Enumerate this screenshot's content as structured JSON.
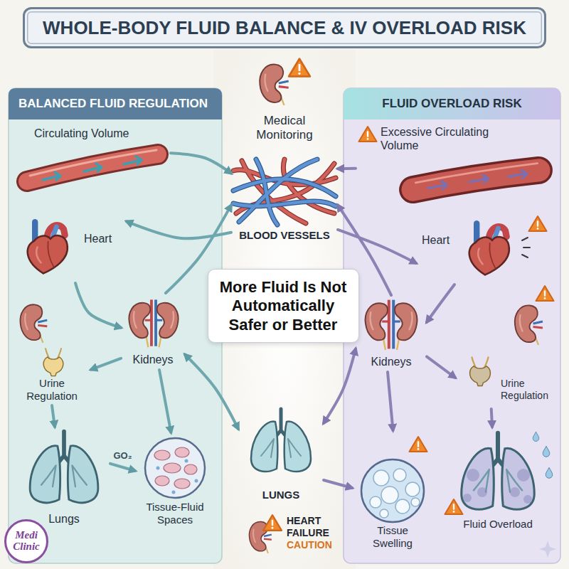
{
  "diagram": {
    "title": "WHOLE-BODY FLUID BALANCE & IV OVERLOAD RISK",
    "nodes": [
      {
        "text": [
          "BALANCED FLUID REGULATION"
        ]
      },
      {
        "text": [
          "Circulating Volume"
        ],
        "in": 0
      },
      {
        "text": [
          "Heart"
        ],
        "in": 0
      },
      {
        "text": [
          "Kidneys"
        ],
        "in": 0
      },
      {
        "text": [
          "Urine Regulation"
        ],
        "in": 0
      },
      {
        "text": [
          "Lungs"
        ],
        "in": 0
      },
      {
        "text": [
          "Tissue-Fluid Spaces"
        ],
        "in": 0
      },
      {
        "text": [
          "Medical Monitoring"
        ]
      },
      {
        "text": [
          "BLOOD VESSELS"
        ]
      },
      {
        "text": [
          "More Fluid Is Not Automatically Safer or Better"
        ]
      },
      {
        "text": [
          "LUNGS"
        ]
      },
      {
        "text": [
          "HEART FAILURE",
          "CAUTION"
        ]
      },
      {
        "text": [
          "FLUID OVERLOAD RISK"
        ]
      },
      {
        "text": [
          "Excessive Circulating Volume"
        ],
        "in": 12
      },
      {
        "text": [
          "Heart"
        ],
        "in": 12
      },
      {
        "text": [
          "Kidneys"
        ],
        "in": 12
      },
      {
        "text": [
          "Urine Regulation"
        ],
        "in": 12
      },
      {
        "text": [
          "Tissue Swelling"
        ],
        "in": 12
      },
      {
        "text": [
          "Fluid Overload"
        ],
        "in": 12
      },
      {
        "text": [
          "Medi Clinic"
        ]
      }
    ],
    "edges": [
      {
        "from": 2,
        "to": 3,
        "arrow": "to"
      },
      {
        "from": 3,
        "to": 4,
        "arrow": "to"
      },
      {
        "from": 4,
        "to": 5,
        "arrow": "to"
      },
      {
        "from": 5,
        "to": 6,
        "label": "GO₂",
        "arrow": "to"
      },
      {
        "from": 3,
        "to": 6,
        "arrow": "to"
      },
      {
        "from": 3,
        "to": 8,
        "arrow": "to"
      },
      {
        "from": 8,
        "to": 2,
        "arrow": "to"
      },
      {
        "from": 1,
        "to": 8,
        "arrow": "to"
      },
      {
        "from": 3,
        "to": 10,
        "arrow": "both"
      },
      {
        "from": 8,
        "to": 14,
        "arrow": "to"
      },
      {
        "from": 15,
        "to": 8,
        "arrow": "to"
      },
      {
        "from": 14,
        "to": 15,
        "arrow": "to"
      },
      {
        "from": 15,
        "to": 16,
        "arrow": "to"
      },
      {
        "from": 16,
        "to": 18,
        "arrow": "to"
      },
      {
        "from": 15,
        "to": 17,
        "arrow": "to"
      },
      {
        "from": 10,
        "to": 15,
        "arrow": "both"
      },
      {
        "from": 10,
        "to": 17,
        "arrow": "to"
      },
      {
        "from": 13,
        "to": 8,
        "arrow": "to"
      }
    ]
  }
}
